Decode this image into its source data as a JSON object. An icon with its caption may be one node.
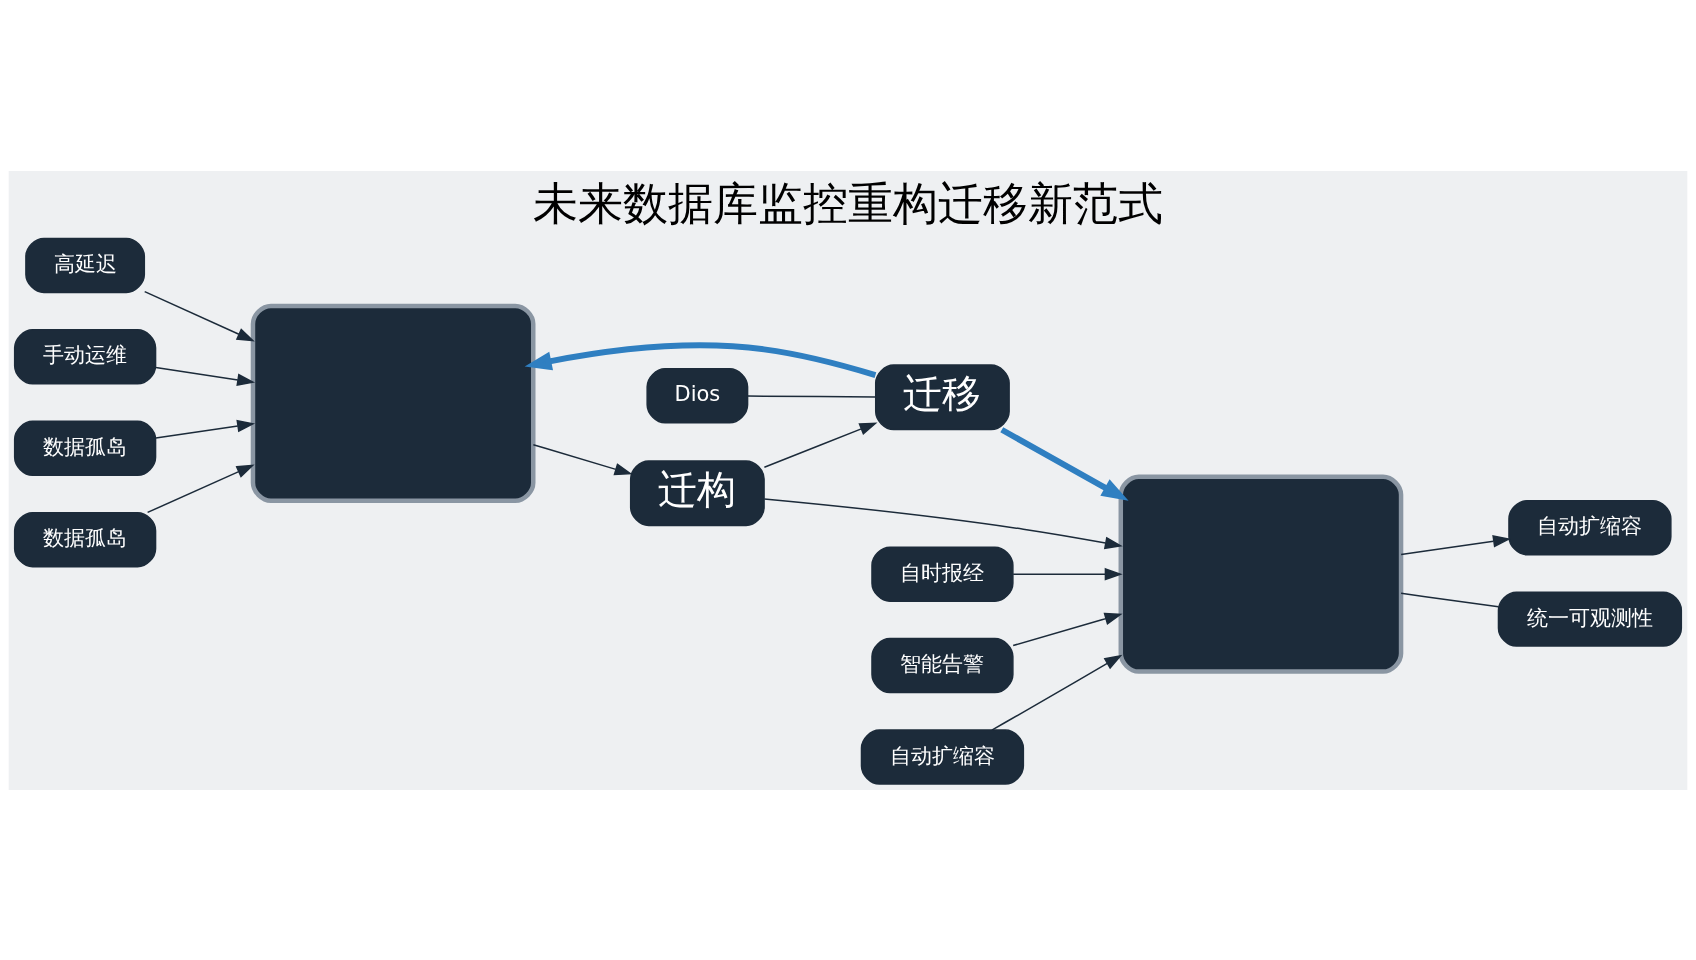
{
  "diagram": {
    "title": "未来数据库监控重构迁移新范式",
    "nodes": [
      {
        "text": [
          "高延迟"
        ]
      },
      {
        "text": [
          "手动运维"
        ]
      },
      {
        "text": [],
        "shape": "box"
      },
      {
        "text": [
          "数据孤岛"
        ]
      },
      {
        "text": [
          "数据孤岛"
        ]
      },
      {
        "text": [
          "迁构"
        ]
      },
      {
        "text": [
          "迁移"
        ]
      },
      {
        "text": [
          "Dios"
        ]
      },
      {
        "text": [
          "自时报经"
        ]
      },
      {
        "text": [
          "智能告警"
        ]
      },
      {
        "text": [
          "自动扩缩容"
        ]
      },
      {
        "text": [],
        "shape": "box"
      },
      {
        "text": [
          "自动扩缩容"
        ]
      },
      {
        "text": [
          "统一可观测性"
        ]
      }
    ],
    "edges": [
      {
        "from": 0,
        "to": 2,
        "arrow": "to"
      },
      {
        "from": 1,
        "to": 2,
        "arrow": "to"
      },
      {
        "from": 3,
        "to": 2,
        "arrow": "to"
      },
      {
        "from": 4,
        "to": 2,
        "arrow": "to"
      },
      {
        "from": 2,
        "to": 5,
        "arrow": "to"
      },
      {
        "from": 5,
        "to": 6,
        "arrow": "to"
      },
      {
        "from": 6,
        "to": 2,
        "arrow": "to",
        "color": "#2f7fc1",
        "style": "thick"
      },
      {
        "from": 7,
        "to": 6,
        "arrow": "none"
      },
      {
        "from": 5,
        "to": 11,
        "arrow": "to"
      },
      {
        "from": 6,
        "to": 11,
        "arrow": "to",
        "color": "#2f7fc1",
        "style": "thick"
      },
      {
        "from": 8,
        "to": 11,
        "arrow": "to"
      },
      {
        "from": 9,
        "to": 11,
        "arrow": "to"
      },
      {
        "from": 10,
        "to": 11,
        "arrow": "to"
      },
      {
        "from": 11,
        "to": 12,
        "arrow": "to"
      },
      {
        "from": 11,
        "to": 13,
        "arrow": "none"
      }
    ]
  }
}
